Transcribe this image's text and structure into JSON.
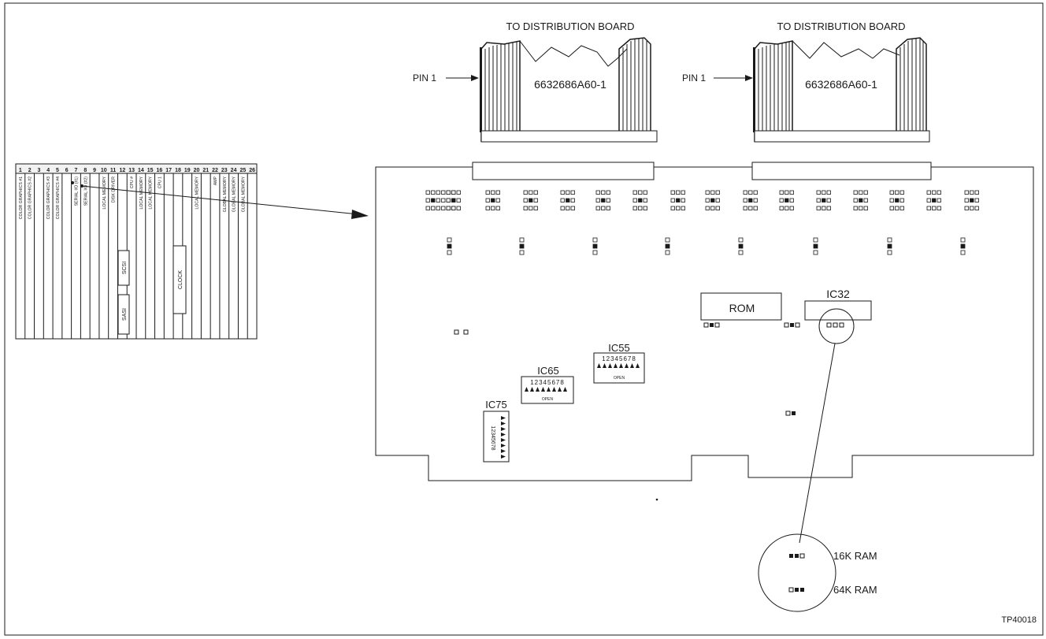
{
  "connectors": [
    {
      "title": "TO DISTRIBUTION BOARD",
      "pin_label": "PIN 1",
      "part_number": "6632686A60-1"
    },
    {
      "title": "TO DISTRIBUTION BOARD",
      "pin_label": "PIN 1",
      "part_number": "6632686A60-1"
    }
  ],
  "slot_panel": {
    "slot_numbers": [
      "1",
      "2",
      "3",
      "4",
      "5",
      "6",
      "7",
      "8",
      "9",
      "10",
      "11",
      "12",
      "13",
      "14",
      "15",
      "16",
      "17",
      "18",
      "19",
      "20",
      "21",
      "22",
      "23",
      "24",
      "25",
      "26"
    ],
    "slot_labels": [
      "COLOR GRAPHICS #1",
      "COLOR GRAPHICS #2",
      "COLOR GRAPHICS #3",
      "COLOR GRAPHICS #4",
      "SERIAL I/O (#1)",
      "SERIAL I/O (#2)",
      "LOCAL MEMORY",
      "DISK DRIVER",
      "CPU #",
      "LOCAL MEMORY",
      "LOCAL MEMORY",
      "CPU 1",
      "LOCAL MEMORY",
      "AMP",
      "GLOBAL MEMORY",
      "GLOBAL MEMORY",
      "GLOBAL MEMORY"
    ],
    "module_labels": [
      "SCSI",
      "SASI",
      "CLOCK"
    ]
  },
  "board": {
    "rom_label": "ROM",
    "ic32_label": "IC32",
    "ic55_label": "IC55",
    "ic65_label": "IC65",
    "ic75_label": "IC75",
    "dip_numbers": "12345678",
    "dip_open": "OPEN"
  },
  "detail": {
    "ram16_label": "16K RAM",
    "ram64_label": "64K RAM"
  },
  "figure_id": "TP40018"
}
